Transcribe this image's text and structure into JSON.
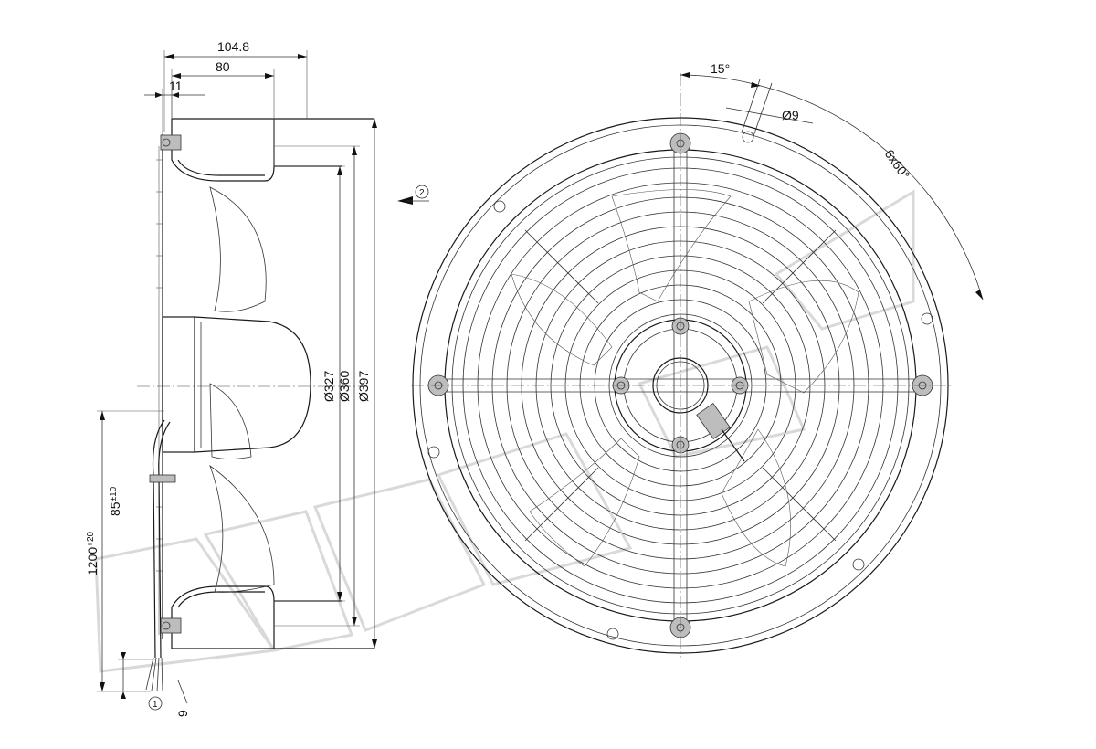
{
  "side_view": {
    "dim_total_depth": "104.8",
    "dim_depth": "80",
    "dim_flange": "11",
    "dim_d1": "Ø327",
    "dim_d2": "Ø360",
    "dim_d3": "Ø397",
    "dim_cable_length": "1200",
    "dim_cable_length_tol": "+20",
    "dim_cable_strip": "85",
    "dim_cable_strip_tol": "±10",
    "dim_wire_end": "9",
    "callout_1": "1",
    "callout_2": "2"
  },
  "front_view": {
    "angle_offset": "15°",
    "hole_diameter": "Ø9",
    "hole_pattern": "6x60°"
  }
}
